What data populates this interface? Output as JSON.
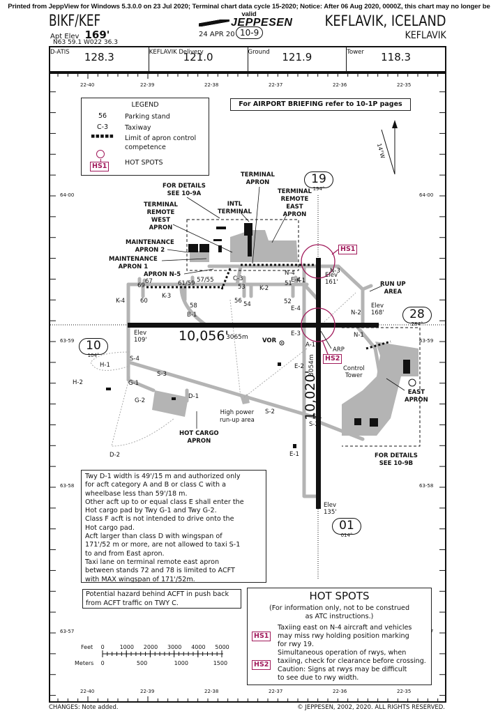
{
  "notice": "Printed from JeppView for Windows 5.3.0.0 on 23 Jul 2020; Terminal chart data cycle 15-2020; Notice: After 06 Aug 2020, 0000Z, this chart may no longer be valid",
  "header": {
    "airport_id": "BIKF/KEF",
    "apt_elev_label": "Apt Elev",
    "apt_elev_value": "169'",
    "coords": "N63 59.1  W022 36.3",
    "publisher": "JEPPESEN",
    "date": "24 APR 20",
    "chart_number": "10-9",
    "city": "KEFLAVIK, ICELAND",
    "airport_name": "KEFLAVIK"
  },
  "frequencies": [
    {
      "label": "D-ATIS",
      "value": "128.3"
    },
    {
      "label": "KEFLAVIK Delivery",
      "value": "121.0"
    },
    {
      "label": "Ground",
      "value": "121.9"
    },
    {
      "label": "Tower",
      "value": "118.3"
    }
  ],
  "grid": {
    "longitudes_top": [
      "22-40",
      "22-39",
      "22-38",
      "22-37",
      "22-36",
      "22-35"
    ],
    "longitudes_bottom": [
      "22-40",
      "22-39",
      "22-38",
      "22-37",
      "22-36",
      "22-35"
    ],
    "latitudes_left": [
      "64-00",
      "63-59",
      "63-58",
      "63-57"
    ],
    "latitudes_right": [
      "64-00",
      "63-59",
      "63-58",
      "63-57"
    ]
  },
  "legend": {
    "title": "LEGEND",
    "items": [
      {
        "symbol": "56",
        "description": "Parking stand"
      },
      {
        "symbol": "C-3",
        "description": "Taxiway"
      },
      {
        "symbol": "■■■■■",
        "description": "Limit of apron control competence"
      },
      {
        "symbol": "HS1",
        "description": "HOT SPOTS"
      }
    ]
  },
  "briefing_note": "For AIRPORT BRIEFING refer to 10-1P pages",
  "magnetic_variation": "14°W",
  "runways": [
    {
      "id": "19",
      "heading": "194°",
      "elev": "Elev 161'"
    },
    {
      "id": "28",
      "heading": "284°",
      "elev": "Elev 168'"
    },
    {
      "id": "10",
      "heading": "104°",
      "elev": "Elev 109'"
    },
    {
      "id": "01",
      "heading": "014°",
      "elev": "Elev 135'"
    }
  ],
  "runway_lengths": {
    "rwy_10_28": {
      "feet": "10,056'",
      "meters": "3065m"
    },
    "rwy_01_19": {
      "feet": "10,020'",
      "meters": "3054m"
    }
  },
  "labels": {
    "terminal_apron": "TERMINAL\nAPRON",
    "for_details_a": "FOR DETAILS\nSEE 10-9A",
    "intl_terminal": "INTL\nTERMINAL",
    "terminal_remote_east": "TERMINAL\nREMOTE\nEAST\nAPRON",
    "terminal_remote_west": "TERMINAL\nREMOTE\nWEST\nAPRON",
    "maintenance_2": "MAINTENANCE\nAPRON 2",
    "maintenance_1": "MAINTENANCE\nAPRON 1",
    "apron_n5": "APRON N-5",
    "run_up_area": "RUN UP\nAREA",
    "vor": "VOR",
    "arp": "ARP",
    "control_tower": "Control\nTower",
    "east_apron": "EAST\nAPRON",
    "high_power": "High power\nrun-up area",
    "hot_cargo": "HOT CARGO\nAPRON",
    "for_details_b": "FOR DETAILS\nSEE 10-9B"
  },
  "taxiways": [
    "N-3",
    "N-4",
    "N-2",
    "N-1",
    "K-1",
    "K-2",
    "K-3",
    "K-4",
    "C-3",
    "E-4",
    "E-4",
    "E-3",
    "E-2",
    "E-1",
    "A-1",
    "B-1",
    "S-1",
    "S-2",
    "S-2",
    "S-3",
    "S-4",
    "G-1",
    "G-2",
    "D-1",
    "D-2",
    "H-1",
    "H-2"
  ],
  "stands": [
    "67",
    "69",
    "60",
    "61/59",
    "57/55",
    "58",
    "53",
    "56",
    "54",
    "51",
    "52"
  ],
  "hot_spot_tags": [
    "HS1",
    "HS2"
  ],
  "notes": [
    "Twy D-1 width is 49'/15 m and authorized only",
    "for acft category A and B or class C with a",
    "wheelbase less than 59'/18 m.",
    "Other acft up to or equal class E shall enter the",
    "Hot cargo pad by Twy G-1 and Twy G-2.",
    "Class F acft is not intended to drive onto the",
    "Hot cargo pad.",
    "Acft larger than class D with wingspan of",
    "171'/52 m or more, are not allowed to taxi S-1",
    "to and from East apron.",
    "Taxi lane on terminal remote east apron",
    "between stands 72 and 78 is limited to ACFT",
    "with MAX wingspan of 171'/52m."
  ],
  "hazard_note": [
    "Potential hazard behind ACFT in push back",
    "from ACFT traffic on TWY C."
  ],
  "hot_spots": {
    "title": "HOT SPOTS",
    "subtitle": [
      "(For information only, not to be construed",
      "as ATC instructions.)"
    ],
    "items": [
      {
        "tag": "HS1",
        "lines": [
          "Taxiing east on N-4 aircraft and vehicles",
          "may miss rwy holding position marking",
          "for rwy 19."
        ]
      },
      {
        "tag": "HS2",
        "lines": [
          "Simultaneous operation of rwys, when",
          "taxiing, check for clearance before crossing.",
          "Caution: Signs at rwys may be difficult",
          "to see due to rwy width."
        ]
      }
    ]
  },
  "scale": {
    "feet_label": "Feet",
    "meters_label": "Meters",
    "feet_ticks": [
      "0",
      "1000",
      "2000",
      "3000",
      "4000",
      "5000"
    ],
    "meter_ticks": [
      "0",
      "500",
      "1000",
      "1500"
    ]
  },
  "footer": {
    "changes": "CHANGES:   Note added.",
    "copyright": "© JEPPESEN, 2002, 2020. ALL RIGHTS RESERVED."
  },
  "colors": {
    "hotspot": "#a0195a",
    "pavement": "#b4b4b4",
    "runway": "#111111"
  }
}
